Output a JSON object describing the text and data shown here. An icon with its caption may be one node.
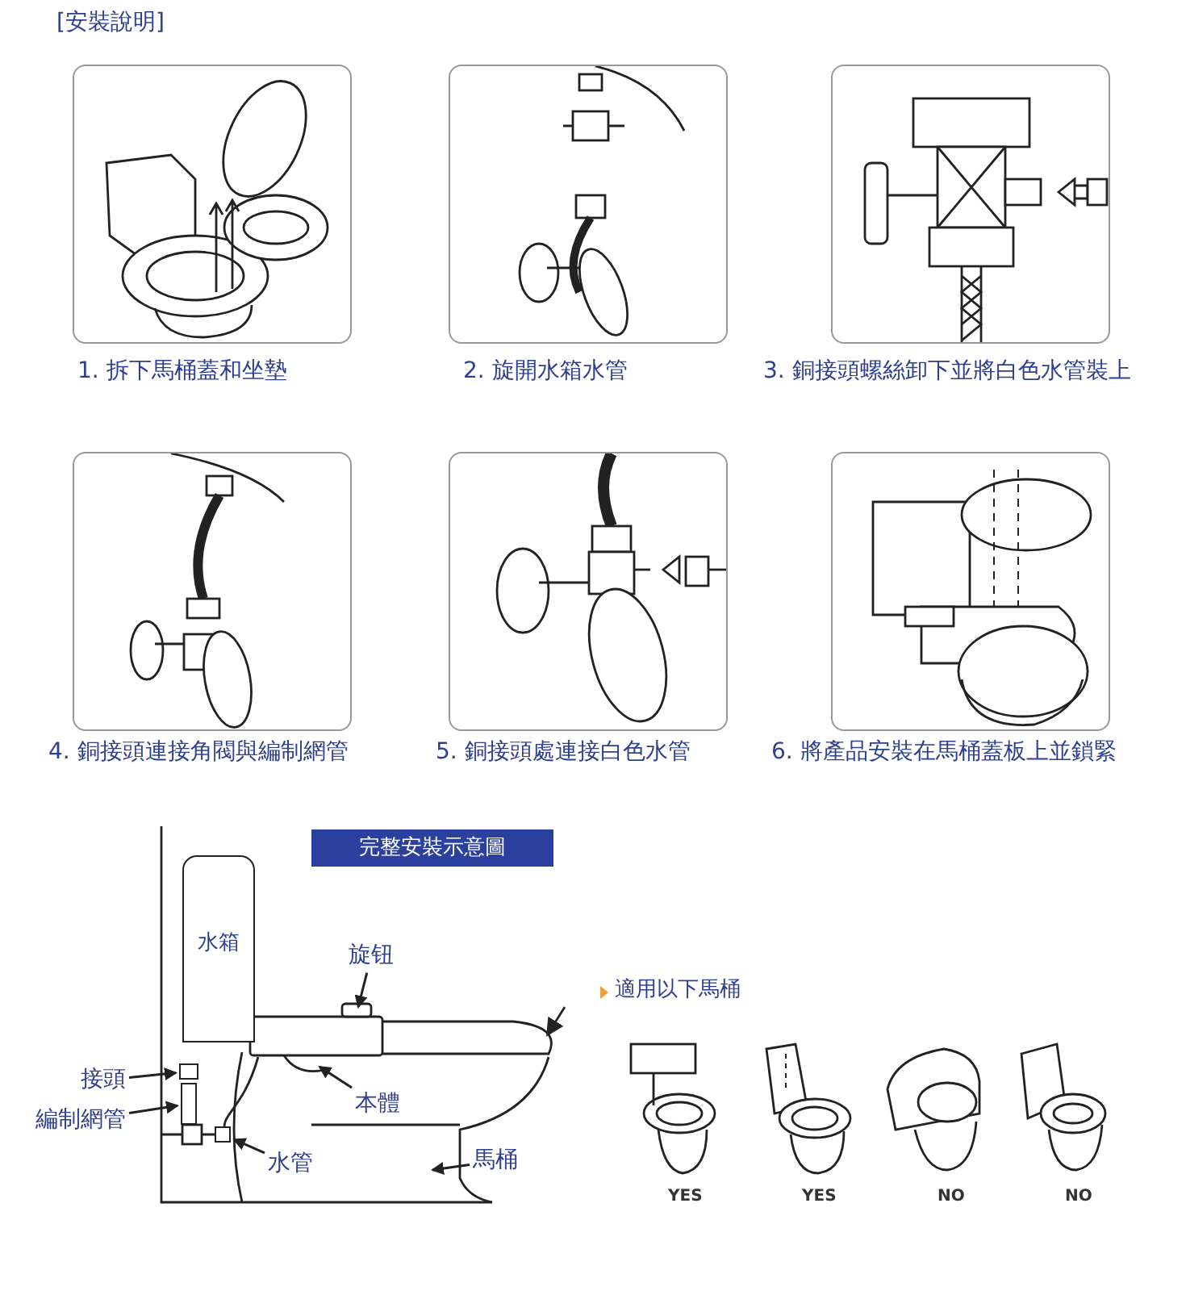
{
  "diagram": {
    "title": "[安裝說明]",
    "nodes": [
      {
        "text": [
          "完整安裝示意圖"
        ]
      },
      {
        "text": [
          "水箱"
        ]
      },
      {
        "text": [
          "旋钮"
        ]
      },
      {
        "text": [
          "接頭"
        ]
      },
      {
        "text": [
          "編制網管"
        ]
      },
      {
        "text": [
          "本體"
        ]
      },
      {
        "text": [
          "水管"
        ]
      },
      {
        "text": [
          "馬桶"
        ]
      },
      {
        "text": [],
        "shape": "box"
      },
      {
        "text": [],
        "shape": "box"
      },
      {
        "text": [],
        "shape": "box"
      }
    ],
    "edges": [
      {
        "from": 2,
        "to": null,
        "arrow": "to"
      },
      {
        "from": 3,
        "to": 8,
        "arrow": "to"
      },
      {
        "from": 4,
        "to": 9,
        "arrow": "to"
      },
      {
        "from": 5,
        "to": null,
        "arrow": "to"
      },
      {
        "from": 6,
        "to": 10,
        "arrow": "to"
      },
      {
        "from": 7,
        "to": null,
        "arrow": "to"
      }
    ],
    "labels": [
      "1. 拆下馬桶蓋和坐墊",
      "2. 旋開水箱水管",
      "3. 銅接頭螺絲卸下並將白色水管裝上",
      "4. 銅接頭連接角閥與編制網管",
      "5. 銅接頭處連接白色水管",
      "6. 將產品安裝在馬桶蓋板上並鎖緊",
      "適用以下馬桶",
      "YES",
      "YES",
      "NO",
      "NO"
    ]
  }
}
